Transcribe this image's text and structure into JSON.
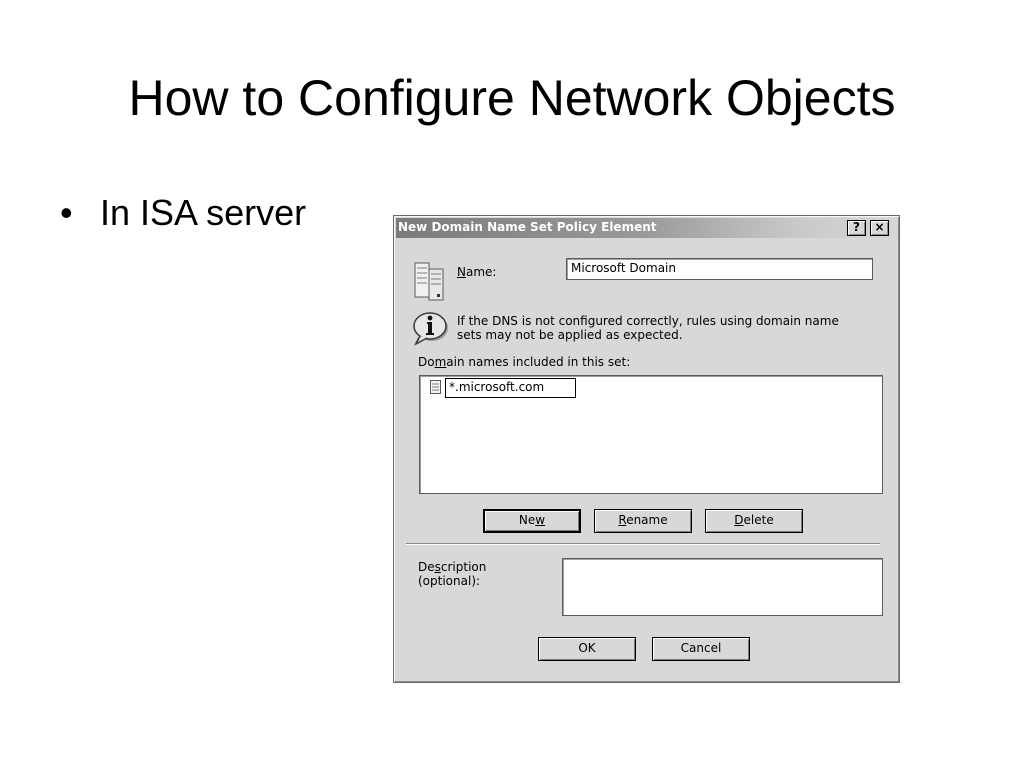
{
  "slide": {
    "title": "How to Configure Network Objects",
    "bullet_symbol": "•",
    "bullet_text": "In ISA server"
  },
  "dialog": {
    "title": "New Domain Name Set Policy Element",
    "help_button": "?",
    "close_button": "×",
    "name_label_pre": "",
    "name_label_u": "N",
    "name_label_post": "ame:",
    "name_value": "Microsoft Domain",
    "info_line1": "If the DNS is not configured correctly, rules using domain name",
    "info_line2": "sets may not be applied as expected.",
    "domains_label_pre": "Do",
    "domains_label_u": "m",
    "domains_label_post": "ain names included in this set:",
    "domains": [
      "*.microsoft.com"
    ],
    "new_pre": "Ne",
    "new_u": "w",
    "new_post": "",
    "rename_u": "R",
    "rename_post": "ename",
    "delete_u": "D",
    "delete_post": "elete",
    "desc_line1_pre": "De",
    "desc_line1_u": "s",
    "desc_line1_post": "cription",
    "desc_line2": "(optional):",
    "description_value": "",
    "ok_label": "OK",
    "cancel_label": "Cancel"
  }
}
